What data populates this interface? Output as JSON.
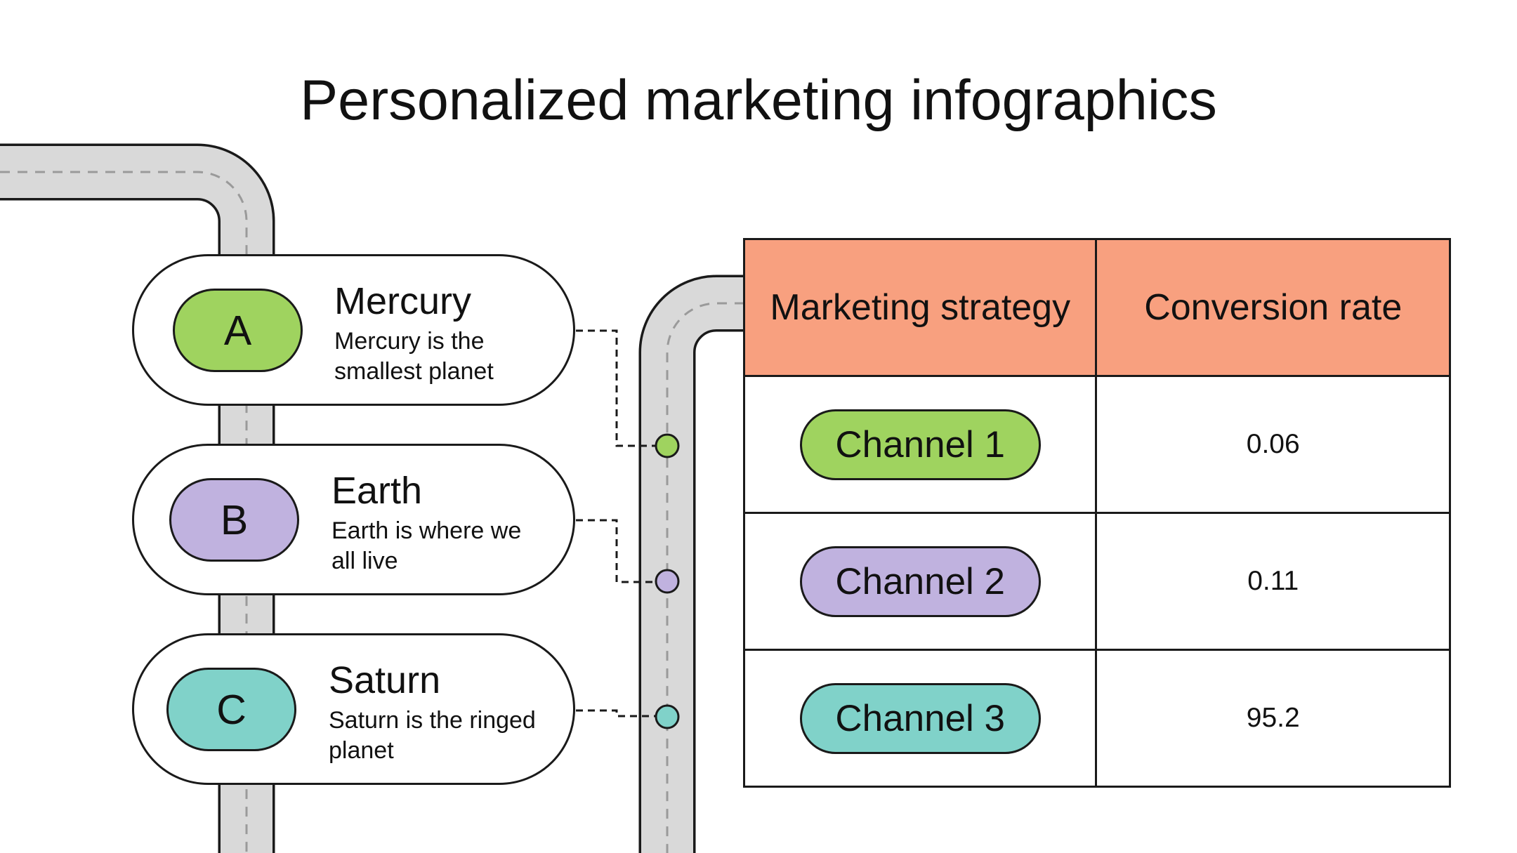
{
  "title": "Personalized marketing infographics",
  "colors": {
    "green": "#9fd35f",
    "purple": "#c0b2df",
    "teal": "#80d2c9",
    "header": "#f8a07f",
    "road": "#d9d9d9",
    "outline": "#1a1a1a"
  },
  "cards": [
    {
      "letter": "A",
      "title": "Mercury",
      "description": "Mercury is the smallest planet",
      "color": "#9fd35f"
    },
    {
      "letter": "B",
      "title": "Earth",
      "description": "Earth is where we all live",
      "color": "#c0b2df"
    },
    {
      "letter": "C",
      "title": "Saturn",
      "description": "Saturn is the ringed planet",
      "color": "#80d2c9"
    }
  ],
  "table": {
    "headers": [
      "Marketing strategy",
      "Conversion rate"
    ],
    "rows": [
      {
        "strategy": "Channel 1",
        "rate": "0.06",
        "color": "#9fd35f"
      },
      {
        "strategy": "Channel 2",
        "rate": "0.11",
        "color": "#c0b2df"
      },
      {
        "strategy": "Channel 3",
        "rate": "95.2",
        "color": "#80d2c9"
      }
    ]
  }
}
